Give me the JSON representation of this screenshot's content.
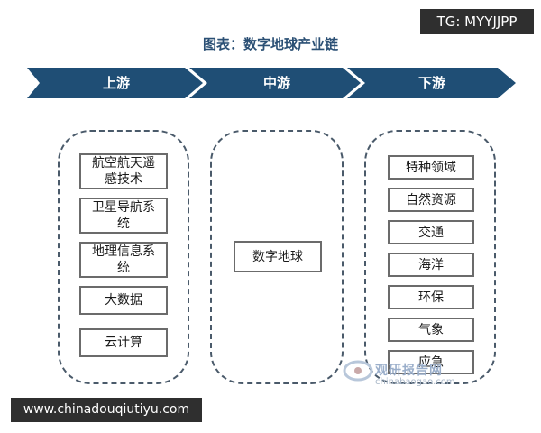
{
  "badge": "TG: MYYJJPP",
  "title": "图表：数字地球产业链",
  "stages": [
    {
      "label": "上游"
    },
    {
      "label": "中游"
    },
    {
      "label": "下游"
    }
  ],
  "upstream": {
    "items": [
      "航空航天遥感技术",
      "卫星导航系统",
      "地理信息系统",
      "大数据",
      "云计算"
    ]
  },
  "midstream": {
    "items": [
      "数字地球"
    ]
  },
  "downstream": {
    "items": [
      "特种领域",
      "自然资源",
      "交通",
      "海洋",
      "环保",
      "气象",
      "应急"
    ]
  },
  "colors": {
    "banner": "#1f4e75",
    "title": "#2a4f74",
    "dashed_border": "#4a5a6a",
    "box_border": "#6b6b6b"
  },
  "watermark": {
    "name": "观研报告网",
    "url": "chinabaogao.com"
  },
  "footer_site": "www.chinadouqiutiyu.com"
}
